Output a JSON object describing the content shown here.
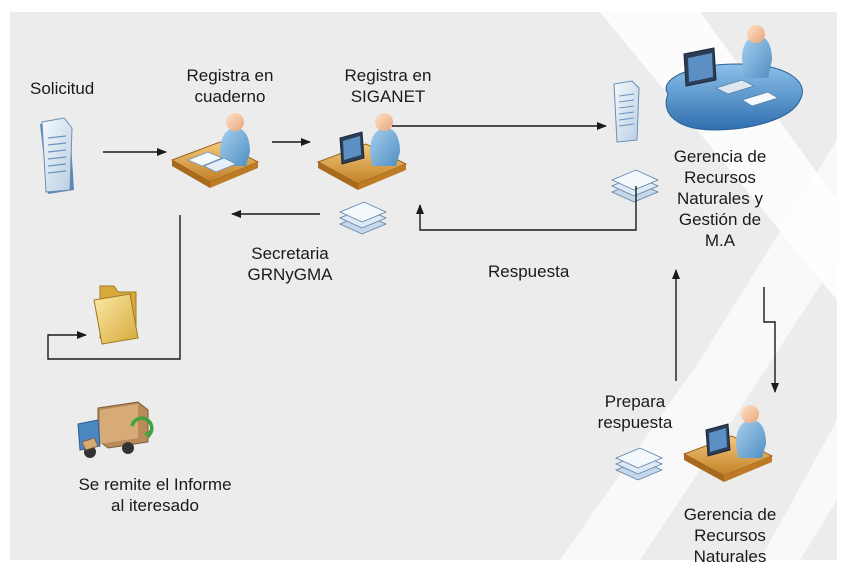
{
  "nodes": {
    "solicitud": "Solicitud",
    "registra_cuaderno": "Registra en\ncuaderno",
    "registra_siganet": "Registra en\nSIGANET",
    "gerencia_rn_gma": "Gerencia de\nRecursos\nNaturales y\nGestión de\nM.A",
    "secretaria": "Secretaria\nGRNyGMA",
    "respuesta": "Respuesta",
    "prepara_respuesta": "Prepara\nrespuesta",
    "gerencia_rn": "Gerencia de\nRecursos\nNaturales",
    "remite_informe": "Se remite el Informe\nal iteresado"
  },
  "icons": [
    "document-icon",
    "desk-worker-icon",
    "computer-worker-icon",
    "manager-workstation-icon",
    "document-stack-icon",
    "folder-icon",
    "delivery-truck-icon"
  ],
  "colors": {
    "background": "#ececec",
    "arrow": "#1a1a1a",
    "worker_body": "#7fb2d9",
    "desk": "#d89a3c",
    "paper": "#cfe0ef",
    "folder": "#f2d77a"
  }
}
